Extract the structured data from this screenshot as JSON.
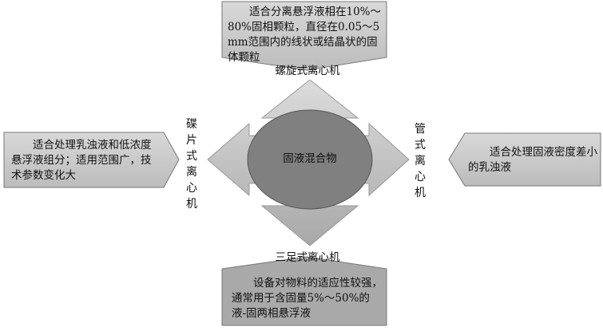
{
  "center": "固液混合物",
  "top": {
    "label": "螺旋式离心机",
    "desc": "适合分离悬浮液相在10%～80%固相颗粒，直径在0.05～5 mm范围内的线状或结晶状的固体颗粒"
  },
  "left": {
    "label": "碟片式离心机",
    "desc": "适合处理乳浊液和低浓度悬浮液组分；适用范围广，技术参数变化大"
  },
  "right": {
    "label": "管式离心机",
    "desc": "适合处理固液密度差小的乳浊液"
  },
  "bottom": {
    "label": "三足式离心机",
    "desc": "设备对物料的适应性较强，通常用于含固量5%～50%的液-固两相悬浮液"
  },
  "colors": {
    "callout": "#c8c8c8",
    "arrow": "#b0b0b0",
    "center": "#7f7f7f"
  }
}
